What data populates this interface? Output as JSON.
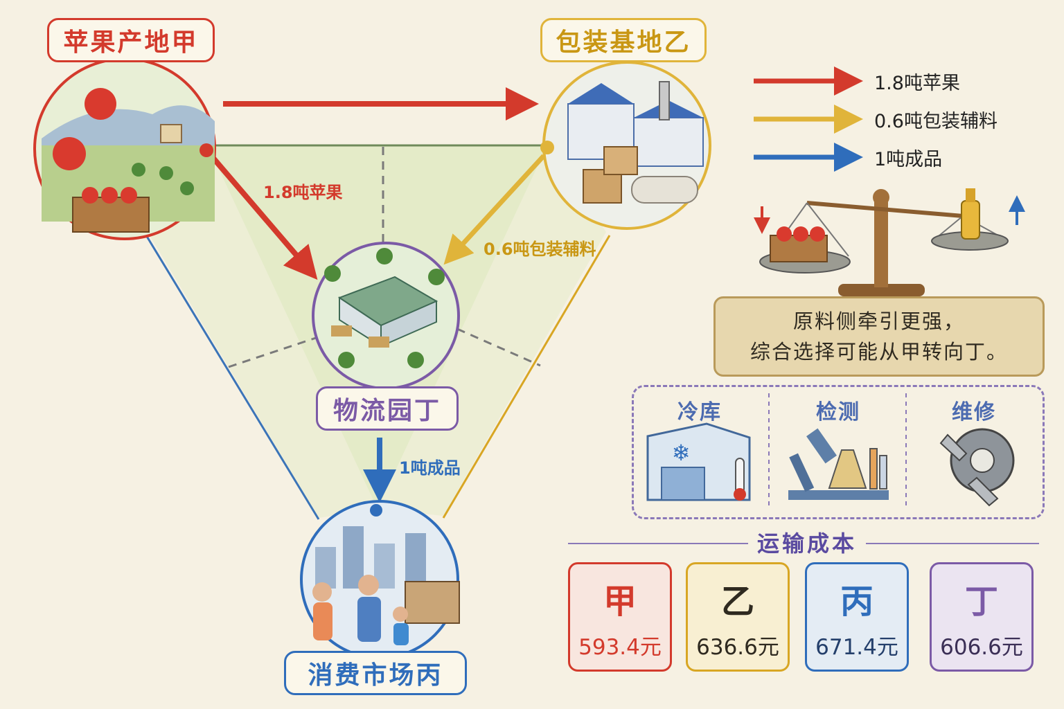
{
  "nodes": {
    "a": {
      "name": "苹果产地甲",
      "color": "#d33a2c"
    },
    "b": {
      "name": "包装基地乙",
      "color": "#d8a623"
    },
    "c": {
      "name": "消费市场丙",
      "color": "#2f6dbb"
    },
    "d": {
      "name": "物流园丁",
      "color": "#7b5aa6"
    }
  },
  "flows": {
    "apples": "1.8吨苹果",
    "packaging": "0.6吨包装辅料",
    "product": "1吨成品"
  },
  "legend": [
    {
      "label": "1.8吨苹果",
      "color": "#d33a2c"
    },
    {
      "label": "0.6吨包装辅料",
      "color": "#e0b43a"
    },
    {
      "label": "1吨成品",
      "color": "#2f6dbb"
    }
  ],
  "note": {
    "line1": "原料侧牵引更强，",
    "line2": "综合选择可能从甲转向丁。"
  },
  "services": {
    "cold_storage": "冷库",
    "inspection": "检测",
    "repair": "维修"
  },
  "costs": {
    "title": "运输成本",
    "items": [
      {
        "site": "甲",
        "value": "593.4元",
        "color": "#d33a2c",
        "bg": "#f8e6df"
      },
      {
        "site": "乙",
        "value": "636.6元",
        "color": "#d8a623",
        "bg": "#f8efd2"
      },
      {
        "site": "丙",
        "value": "671.4元",
        "color": "#2f6dbb",
        "bg": "#e4ecf4"
      },
      {
        "site": "丁",
        "value": "606.6元",
        "color": "#7b5aa6",
        "bg": "#ebe4f1"
      }
    ]
  }
}
